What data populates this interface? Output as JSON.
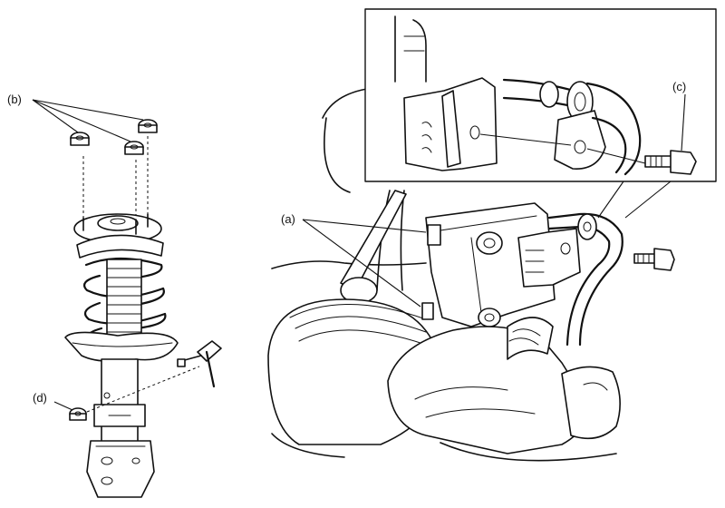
{
  "labels": {
    "a": "(a)",
    "b": "(b)",
    "c": "(c)",
    "d": "(d)"
  },
  "colors": {
    "ink": "#111111",
    "paper": "#ffffff"
  }
}
